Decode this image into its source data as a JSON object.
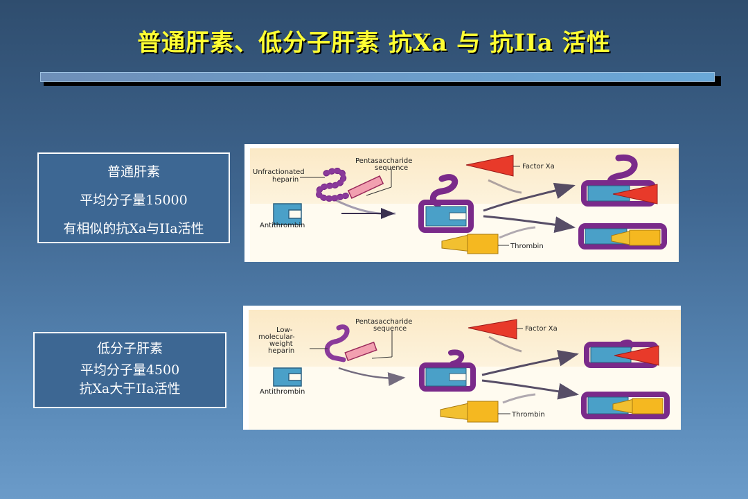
{
  "title": "普通肝素、低分子肝素 抗Xa 与 抗IIa 活性",
  "box_a": {
    "line1": "普通肝素",
    "line2": "平均分子量15000",
    "line3": "有相似的抗Xa与IIa活性"
  },
  "box_b": {
    "line1": "低分子肝素",
    "line2": "平均分子量4500",
    "line3": "抗Xa大于IIa活性"
  },
  "diagram_a": {
    "heparin_label_1": "Unfractionated",
    "heparin_label_2": "heparin",
    "penta_label_1": "Pentasaccharide",
    "penta_label_2": "sequence",
    "antithrombin_label": "Antithrombin",
    "factor_xa_label": "Factor Xa",
    "thrombin_label": "Thrombin"
  },
  "diagram_b": {
    "heparin_label_1": "Low-",
    "heparin_label_2": "molecular-",
    "heparin_label_3": "weight",
    "heparin_label_4": "heparin",
    "penta_label_1": "Pentasaccharide",
    "penta_label_2": "sequence",
    "antithrombin_label": "Antithrombin",
    "factor_xa_label": "Factor Xa",
    "thrombin_label": "Thrombin"
  },
  "colors": {
    "title": "#ffff33",
    "chain": "#7a2a8a",
    "bead": "#ee8899",
    "antithrombin": "#4aa0c8",
    "factor_xa": "#e83a2a",
    "thrombin": "#f2c030",
    "arrow": "#3a3050"
  }
}
